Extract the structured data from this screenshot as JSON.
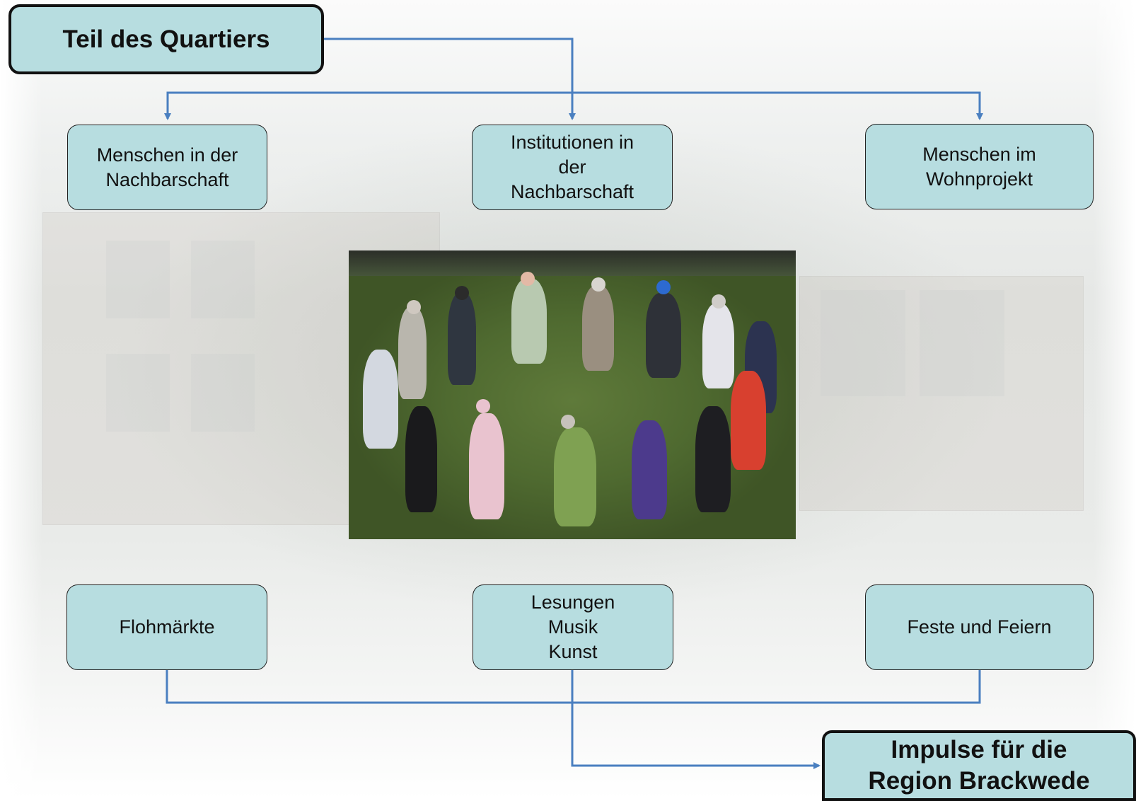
{
  "boxes": {
    "top": "Teil des Quartiers",
    "row1": [
      "Menschen in der\nNachbarschaft",
      "Institutionen in\nder\nNachbarschaft",
      "Menschen im\nWohnprojekt"
    ],
    "row2": [
      "Flohmärkte",
      "Lesungen\nMusik\nKunst",
      "Feste und Feiern"
    ],
    "bottom": "Impulse für die\nRegion Brackwede"
  },
  "colors": {
    "box_fill": "#b7dde0",
    "connector": "#4a7fc0",
    "border": "#111111"
  }
}
